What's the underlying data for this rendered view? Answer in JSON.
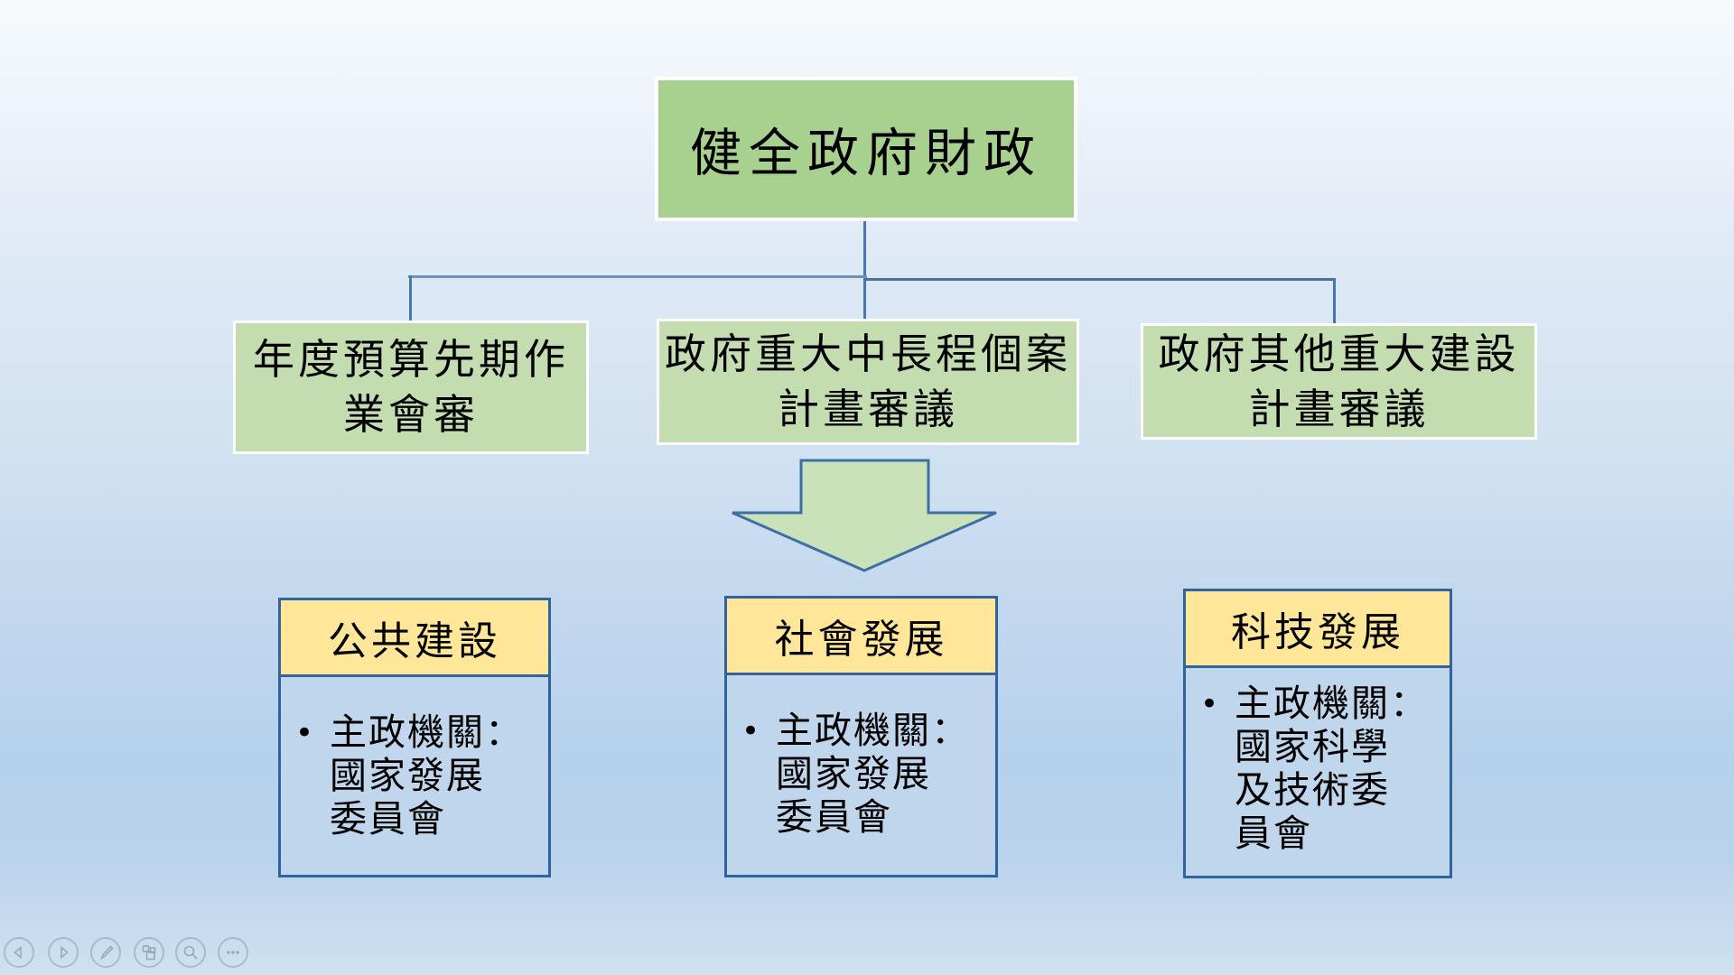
{
  "slide": {
    "root_box": {
      "label": "健全政府財政"
    },
    "review_boxes": [
      {
        "label": "年度預算先期作\n業會審"
      },
      {
        "label": "政府重大中長程個案\n計畫審議"
      },
      {
        "label": "政府其他重大建設\n計畫審議"
      }
    ],
    "category_cards": [
      {
        "title": "公共建設",
        "bullet": "•",
        "body": "主政機關：\n國家發展\n委員會"
      },
      {
        "title": "社會發展",
        "bullet": "•",
        "body": "主政機關：\n國家發展\n委員會"
      },
      {
        "title": "科技發展",
        "bullet": "•",
        "body": "主政機關：\n國家科學\n及技術委\n員會"
      }
    ]
  },
  "toolbar": {
    "buttons": [
      {
        "icon": "previous-slide-icon"
      },
      {
        "icon": "next-slide-icon"
      },
      {
        "icon": "pen-tools-icon"
      },
      {
        "icon": "see-all-slides-icon"
      },
      {
        "icon": "zoom-slide-icon"
      },
      {
        "icon": "more-options-icon"
      }
    ]
  },
  "colors": {
    "background_top": "#f6fafd",
    "background_bottom": "#bad3ec",
    "root_box_fill": "#a8d08e",
    "review_box_fill": "#c3ddb1",
    "arrow_fill": "#cae2b9",
    "arrow_border": "#3f6ea6",
    "card_header_fill": "#ffe699",
    "card_body_fill": "#bfd6ec",
    "card_border": "#31649f",
    "connector_line": "#45729f",
    "text": "#000000"
  }
}
